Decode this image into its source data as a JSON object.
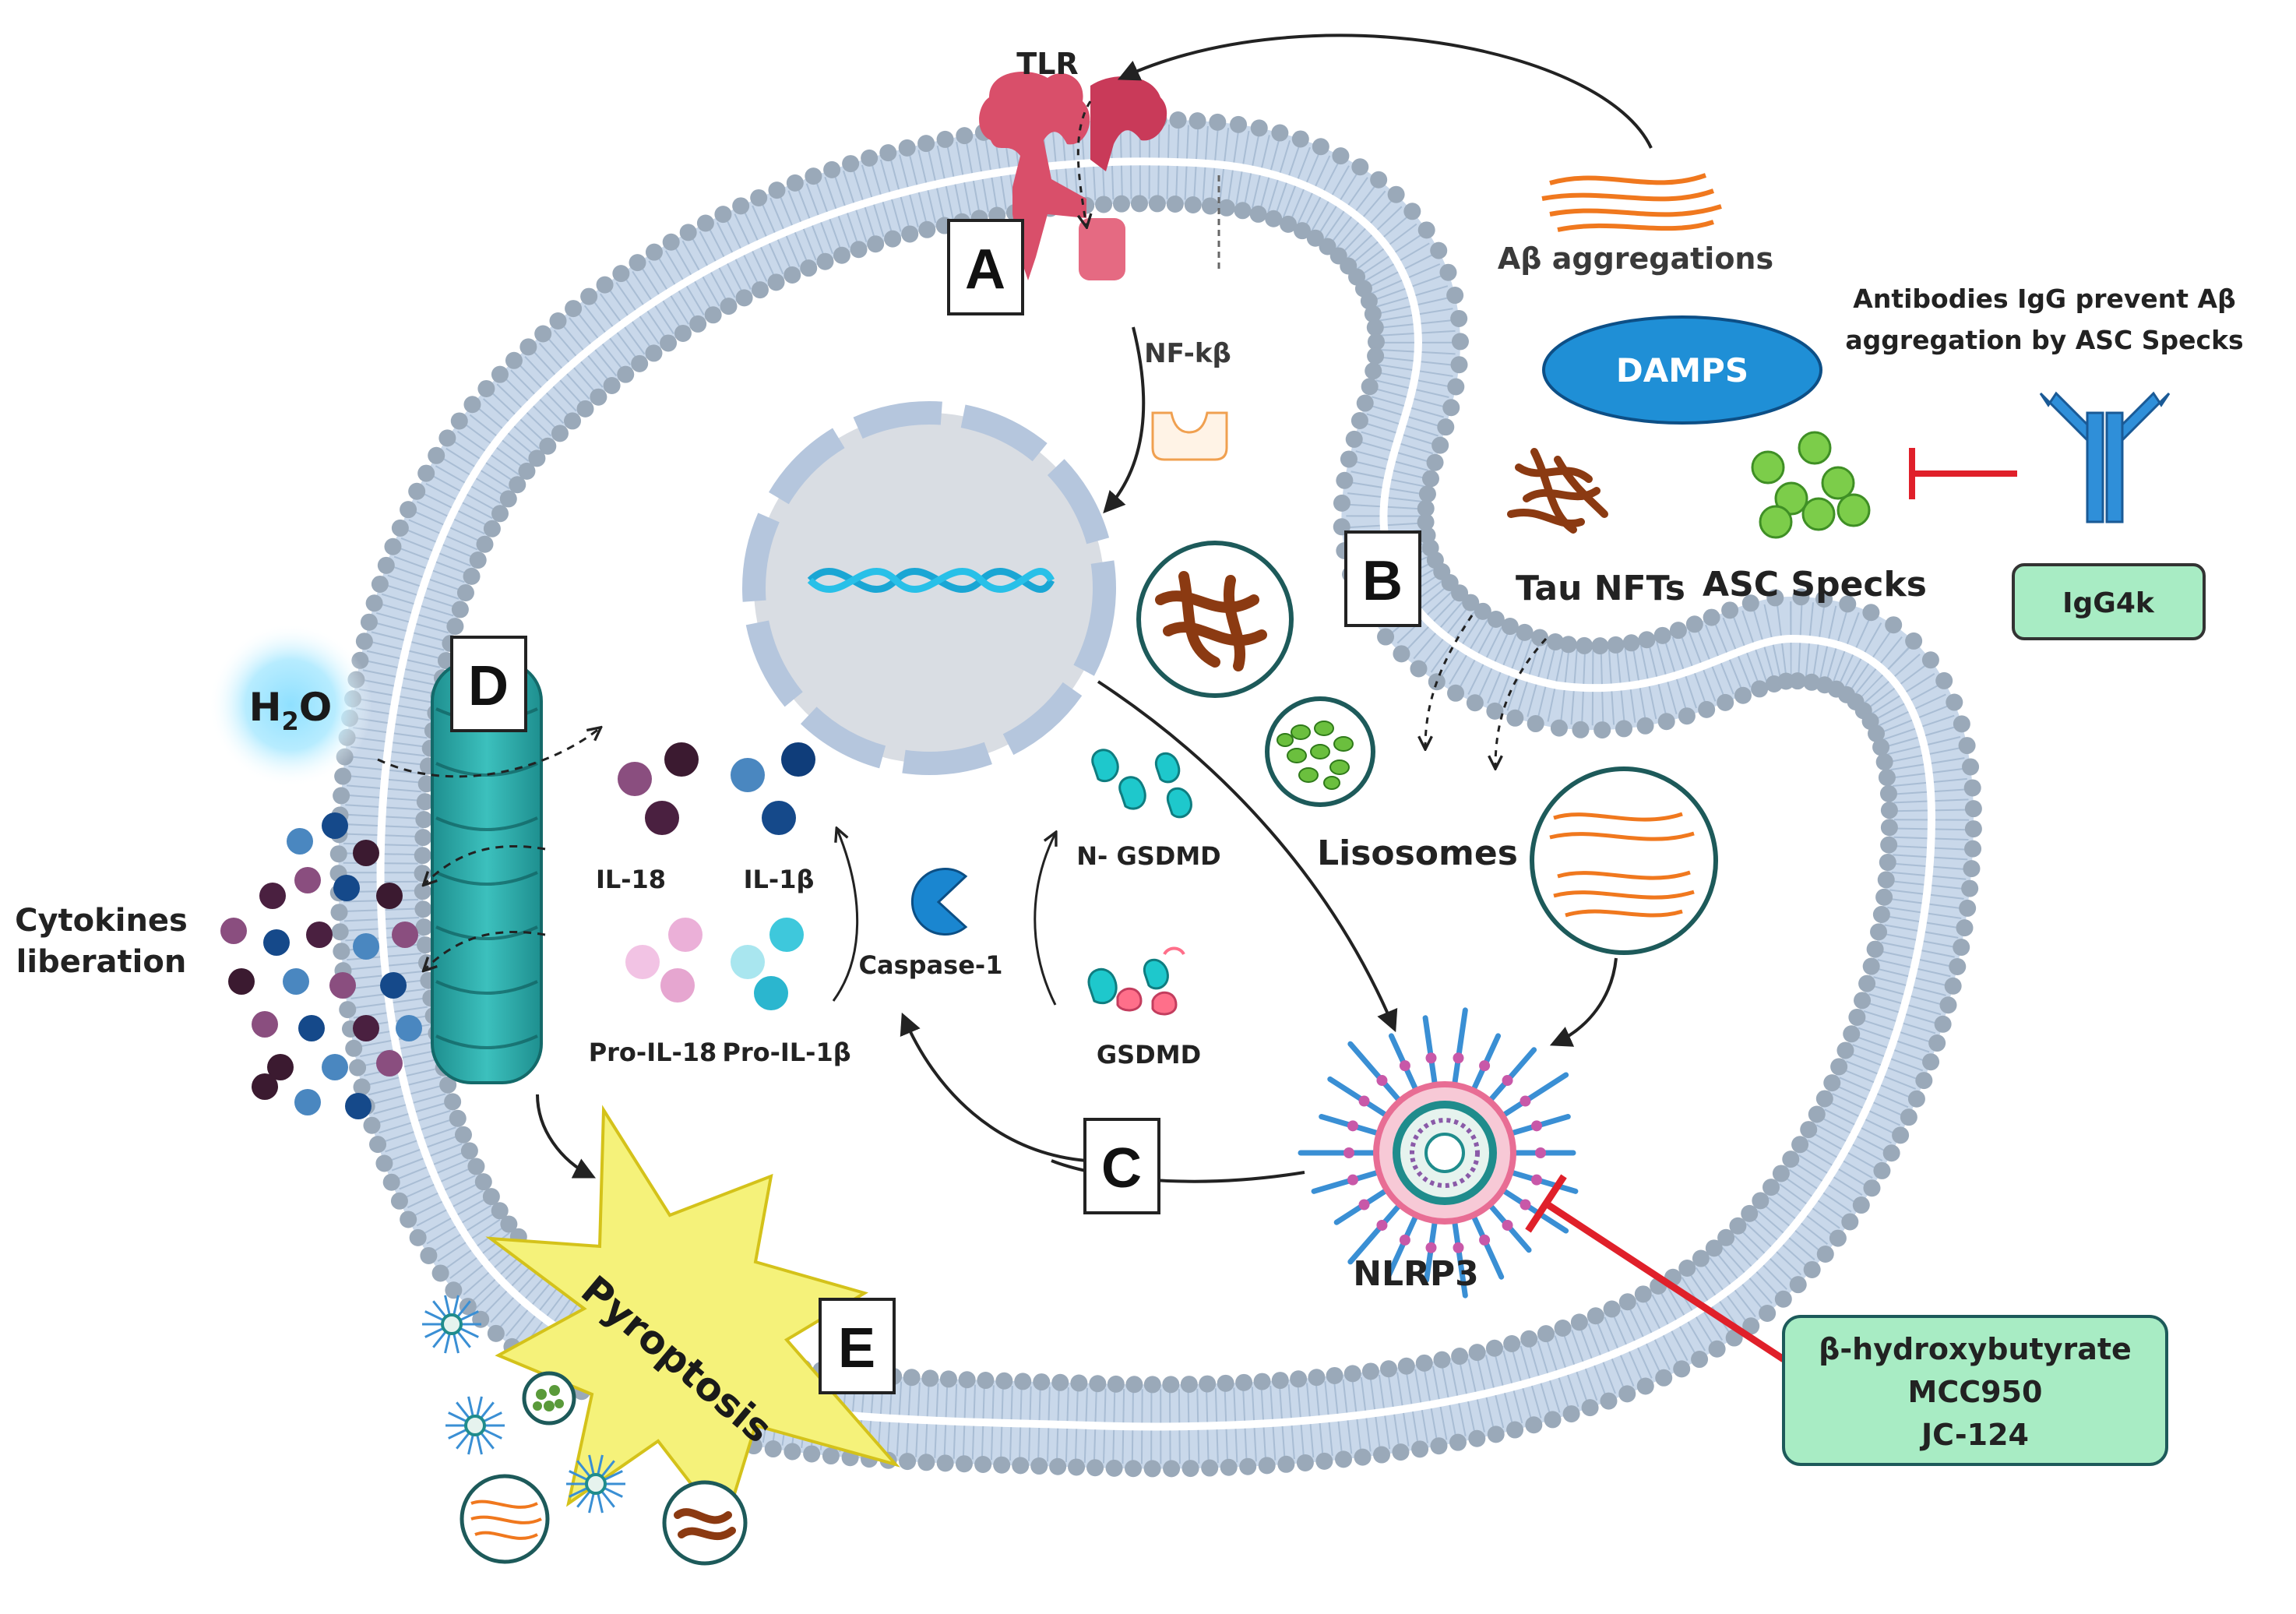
{
  "labels": {
    "tlr": "TLR",
    "abeta": "Aβ aggregations",
    "antibodies_line1": "Antibodies IgG prevent Aβ",
    "antibodies_line2": "aggregation by ASC Specks",
    "damps": "DAMPS",
    "nfkb": "NF-kβ",
    "tau": "Tau NFTs",
    "asc": "ASC Specks",
    "igg4k": "IgG4k",
    "h2o_main": "H",
    "h2o_sub": "2",
    "h2o_end": "O",
    "cytokines_line1": "Cytokines",
    "cytokines_line2": "liberation",
    "il18": "IL-18",
    "il1b": "IL-1β",
    "pro_il18": "Pro-IL-18",
    "pro_il1b": "Pro-IL-1β",
    "caspase": "Caspase-1",
    "n_gsdmd": "N- GSDMD",
    "gsdmd": "GSDMD",
    "lisosomes": "Lisosomes",
    "nlrp3": "NLRP3",
    "pyroptosis": "Pyroptosis",
    "inhibitor_1": "β-hydroxybutyrate",
    "inhibitor_2": "MCC950",
    "inhibitor_3": "JC-124"
  },
  "boxes": {
    "a": "A",
    "b": "B",
    "c": "C",
    "d": "D",
    "e": "E"
  },
  "colors": {
    "membrane_head": "#9aa9b9",
    "membrane_tail": "#c9d8ea",
    "tlr": "#d94f6a",
    "nucleus": "#d6dbe2",
    "dna": "#1aa6d4",
    "damps": "#1f8fd6",
    "asc_specks": "#7ccd4a",
    "antibody": "#2f8fd9",
    "inhibit_red": "#e0202a",
    "green_box": "#a8ecc4",
    "channel": "#2aa9a9",
    "fibril_orange": "#f0781e",
    "tau_brown": "#8b3a12",
    "pyroptosis_yellow": "#f5f27a"
  }
}
